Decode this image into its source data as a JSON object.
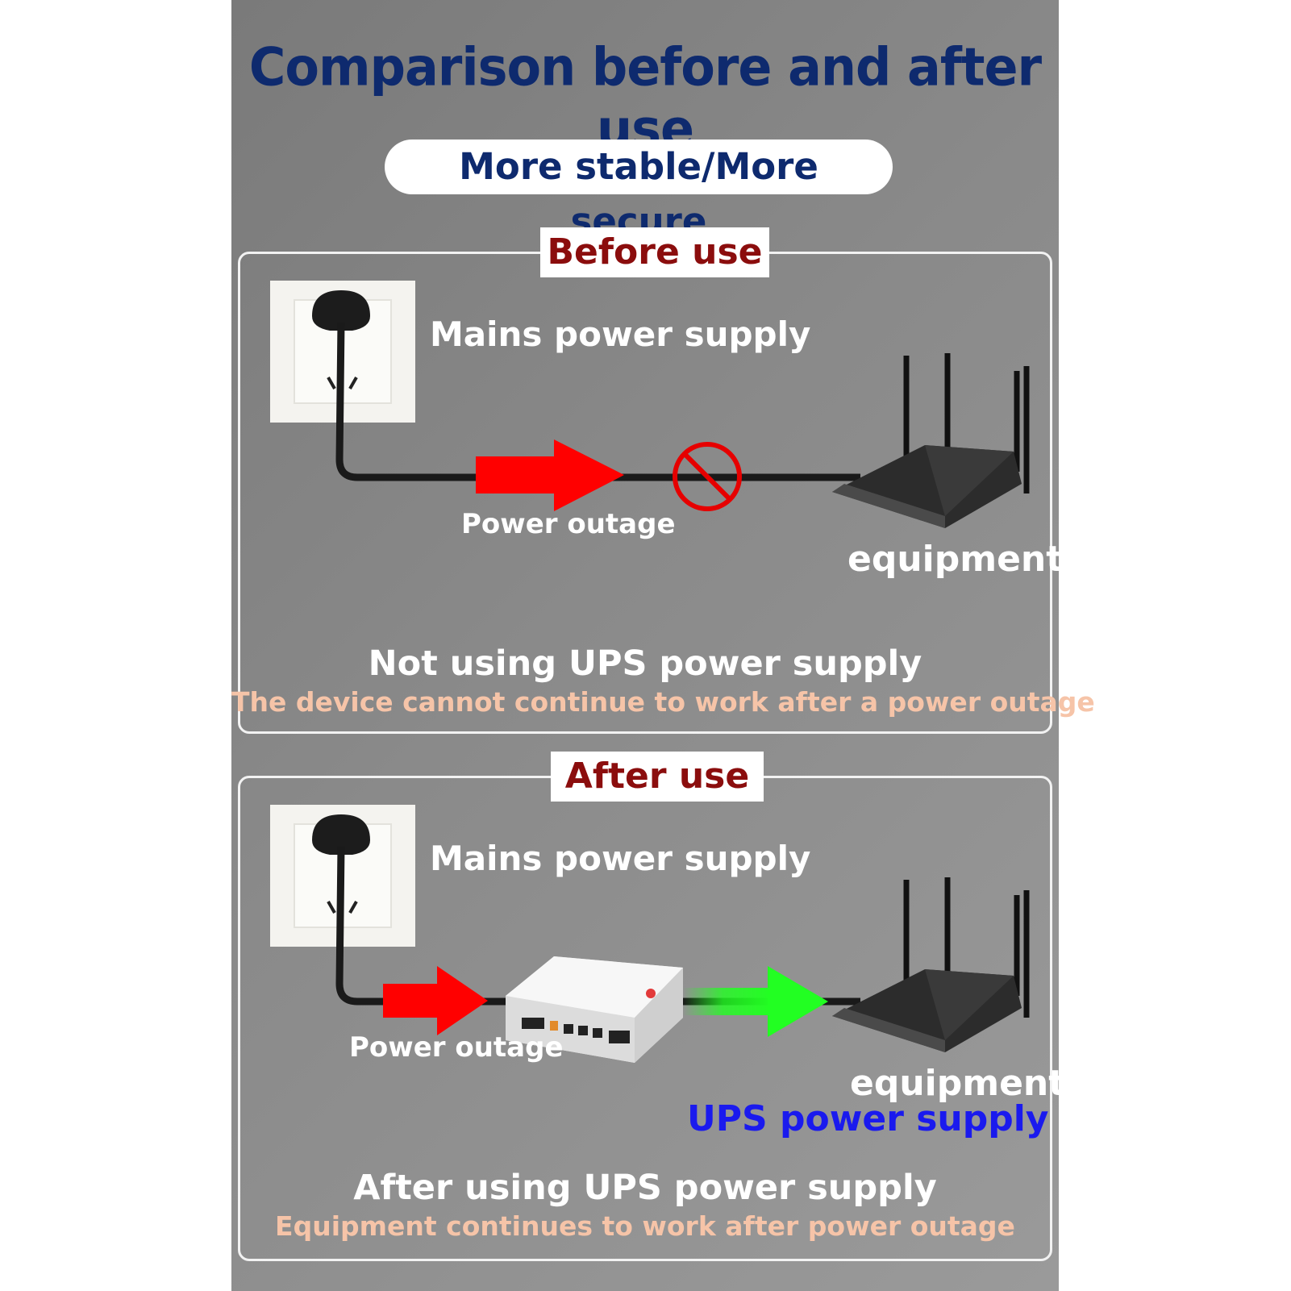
{
  "title": "Comparison before and after use",
  "subtitle": "More stable/More secure",
  "before": {
    "tag": "Before use",
    "mains": "Mains power supply",
    "outage": "Power outage",
    "equipment": "equipment",
    "headline": "Not using UPS power supply",
    "note": "The device cannot continue to work after a power outage"
  },
  "after": {
    "tag": "After use",
    "mains": "Mains power supply",
    "outage": "Power outage",
    "equipment": "equipment",
    "ups": "UPS power supply",
    "headline": "After using UPS power supply",
    "note": "Equipment continues to work after power outage"
  },
  "colors": {
    "title": "#0e2a6e",
    "tag": "#8b0d0d",
    "note": "#f6c4a8",
    "ups_label": "#1a1aee",
    "red_arrow": "#ff0000",
    "green_arrow": "#22ff22"
  }
}
